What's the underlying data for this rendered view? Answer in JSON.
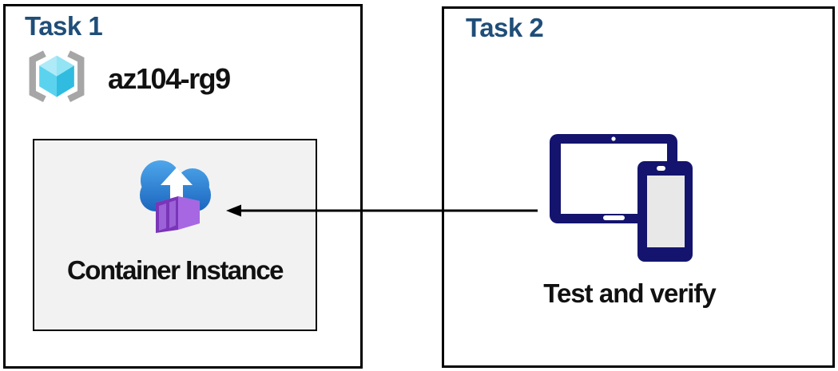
{
  "task1": {
    "title": "Task 1",
    "resource_group_name": "az104-rg9",
    "container_label": "Container Instance"
  },
  "task2": {
    "title": "Task 2",
    "label": "Test and verify"
  },
  "connector": {
    "type": "arrow",
    "direction": "right-to-left",
    "from": "task2-devices",
    "to": "task1-container-instance"
  },
  "icons": {
    "task1_group": "resource-group-icon",
    "task1_container": "container-instance-icon",
    "task2_devices": "devices-icon"
  },
  "colors": {
    "title_blue": "#1F4E79",
    "label_black": "#111111",
    "line_black": "#000000",
    "inner_gray": "#F2F2F2",
    "device_navy": "#14146E",
    "phone_screen": "#E8E8E8",
    "cloud_top": "#4FA8EC",
    "cloud_bottom": "#1A64BE",
    "bracket_gray": "#A6A6A6",
    "cube_top_left": "#AEEAF8",
    "cube_top_right": "#93E4F5",
    "cube_left": "#5BD3EE",
    "cube_right": "#2FBCE0",
    "container_front": "#7A35B8",
    "container_panel": "#9C62D8",
    "container_side": "#A767E2",
    "container_top": "#C5A1F0"
  }
}
